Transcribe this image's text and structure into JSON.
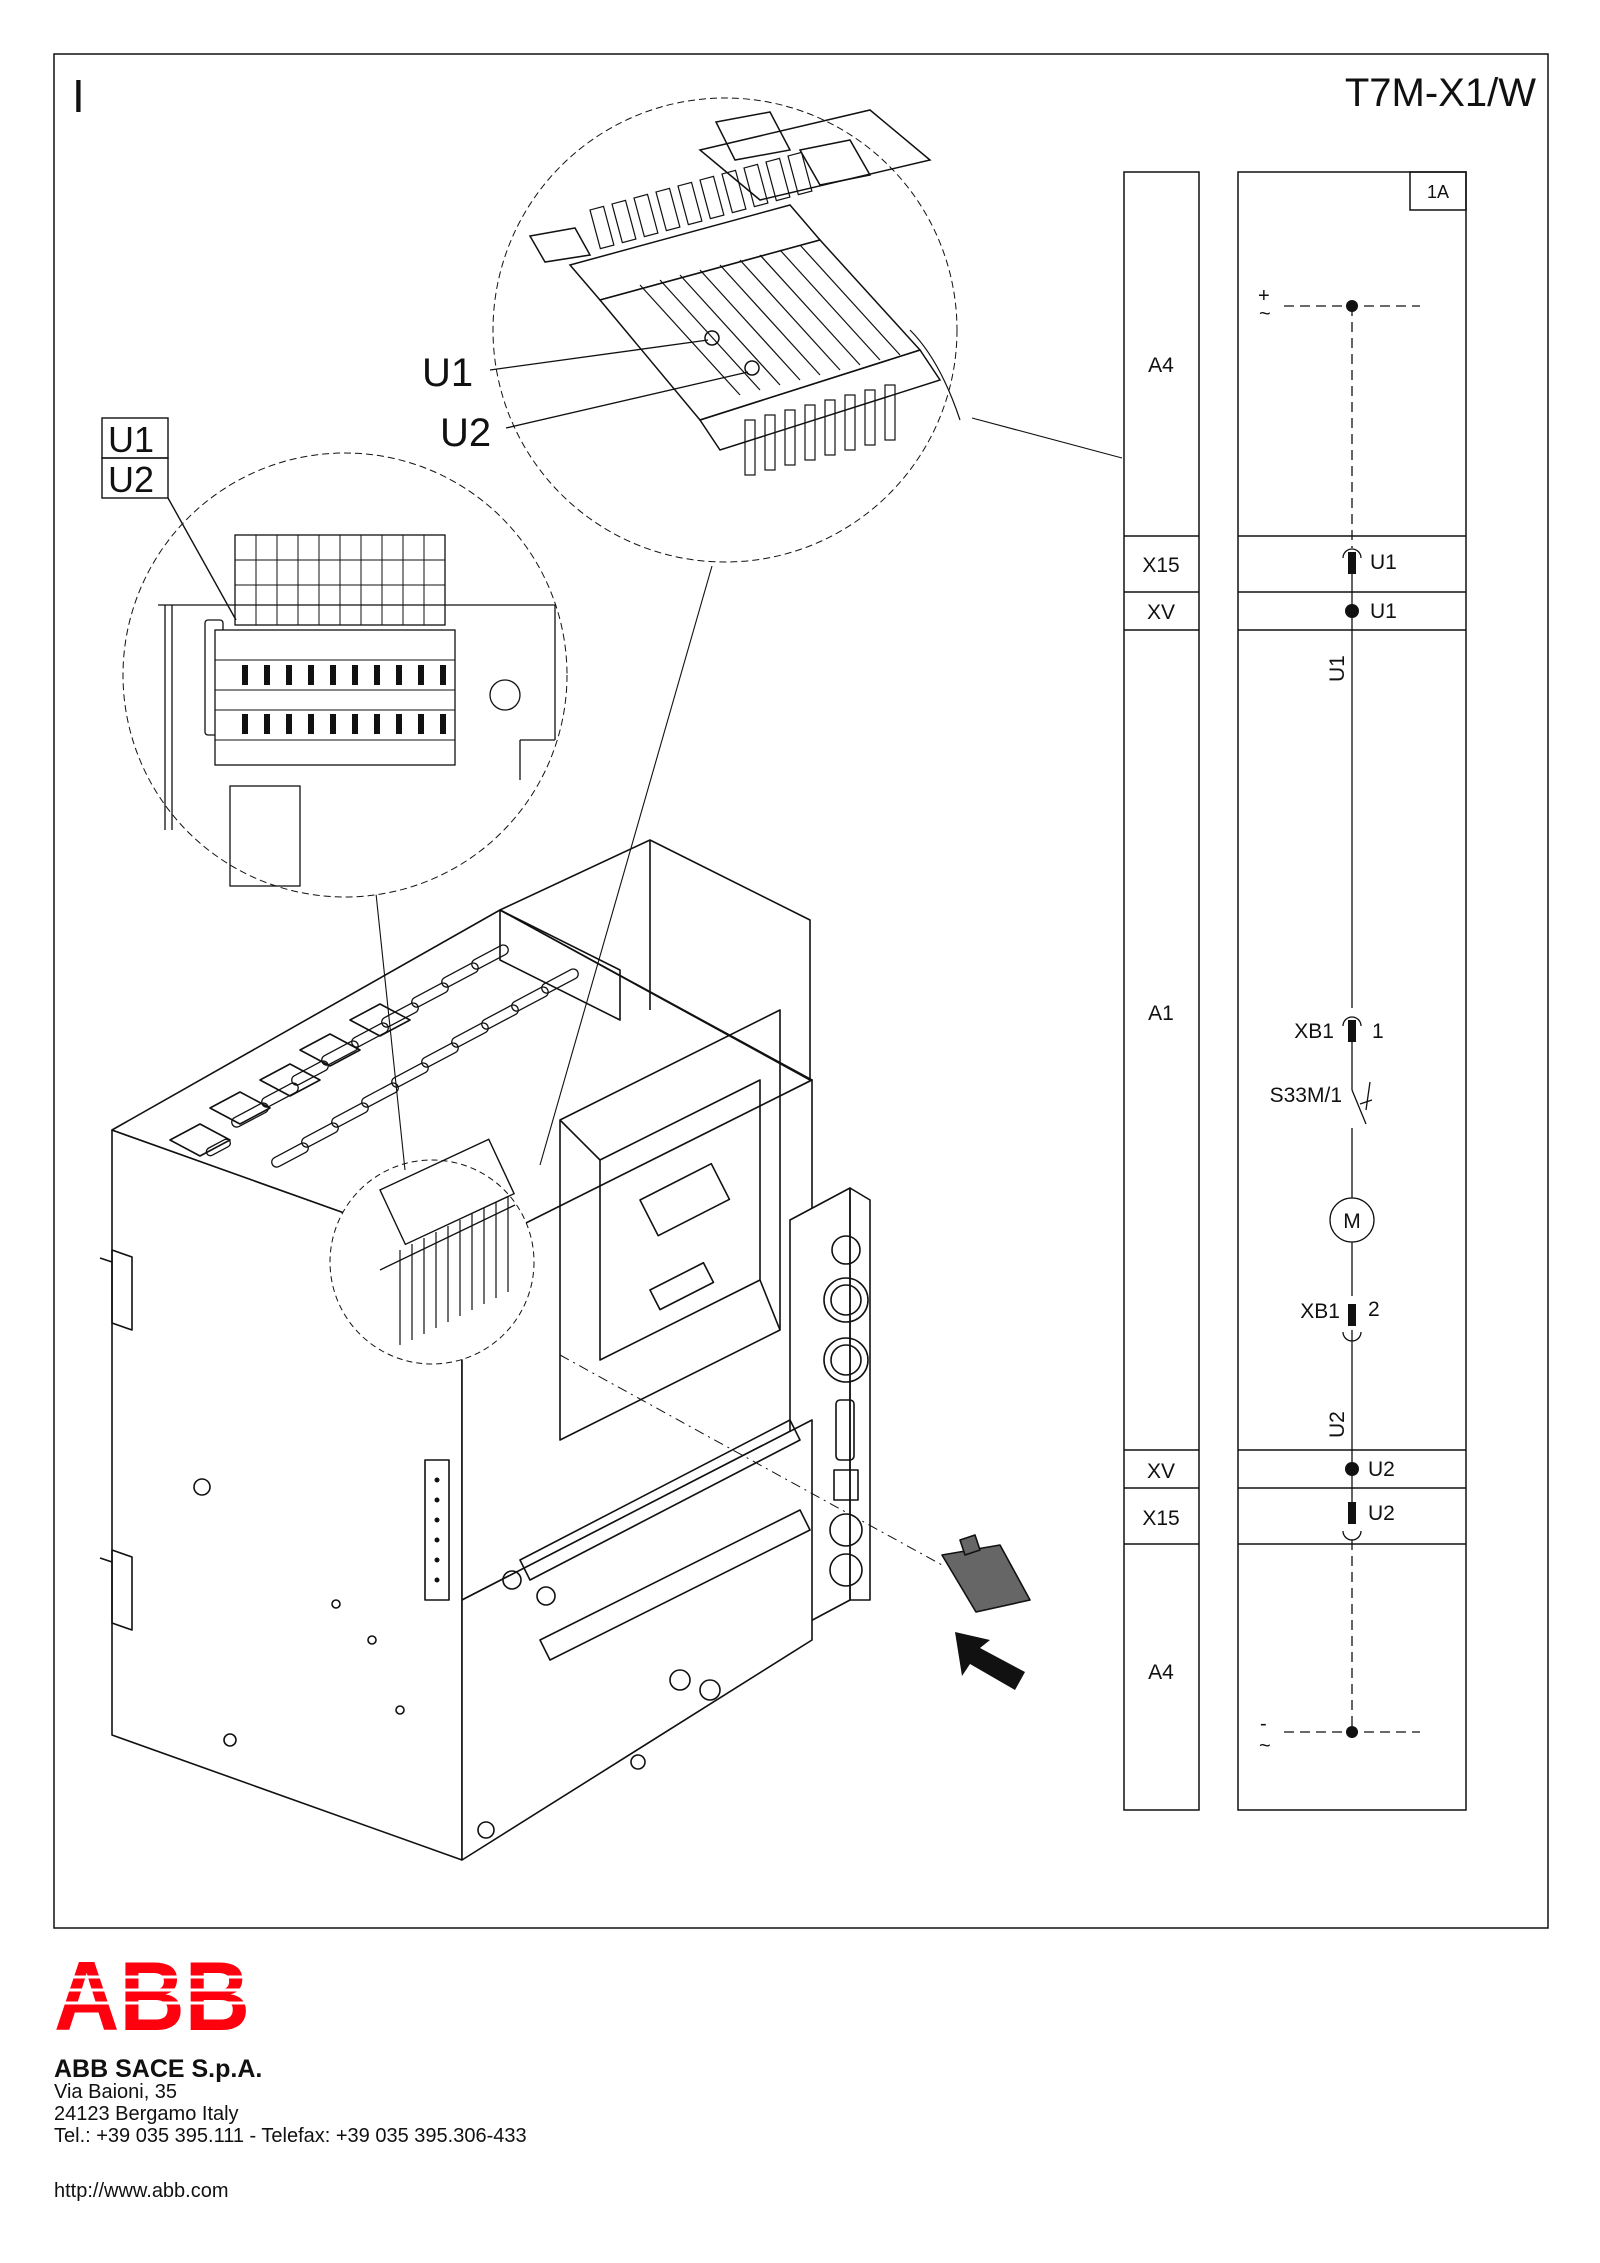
{
  "sheet": {
    "section_label": "I",
    "model_code": "T7M-X1/W"
  },
  "detail_labels": {
    "top_callout_u1": "U1",
    "top_callout_u2": "U2",
    "left_box_u1": "U1",
    "left_box_u2": "U2"
  },
  "schematic": {
    "sheet_ref": "1A",
    "left_column": [
      "A4",
      "X15",
      "XV",
      "A1",
      "XV",
      "X15",
      "A4"
    ],
    "plus_symbol": "+",
    "minus_symbol": "-",
    "ac_symbol": "~",
    "labels": {
      "x15_top": "U1",
      "xv_top": "U1",
      "wire_top": "U1",
      "xb1_top": "XB1",
      "xb1_top_pin": "1",
      "switch": "S33M/1",
      "motor": "M",
      "xb1_bottom": "XB1",
      "xb1_bottom_pin": "2",
      "wire_bottom": "U2",
      "xv_bottom": "U2",
      "x15_bottom": "U2"
    }
  },
  "footer": {
    "logo_text": "ABB",
    "company": "ABB SACE S.p.A.",
    "address_line1": "Via Baioni, 35",
    "address_line2": "24123 Bergamo Italy",
    "address_line3": "Tel.: +39 035 395.111 - Telefax: +39 035 395.306-433",
    "website": "http://www.abb.com"
  },
  "colors": {
    "logo_red": "#ff000f",
    "line": "#111111"
  }
}
